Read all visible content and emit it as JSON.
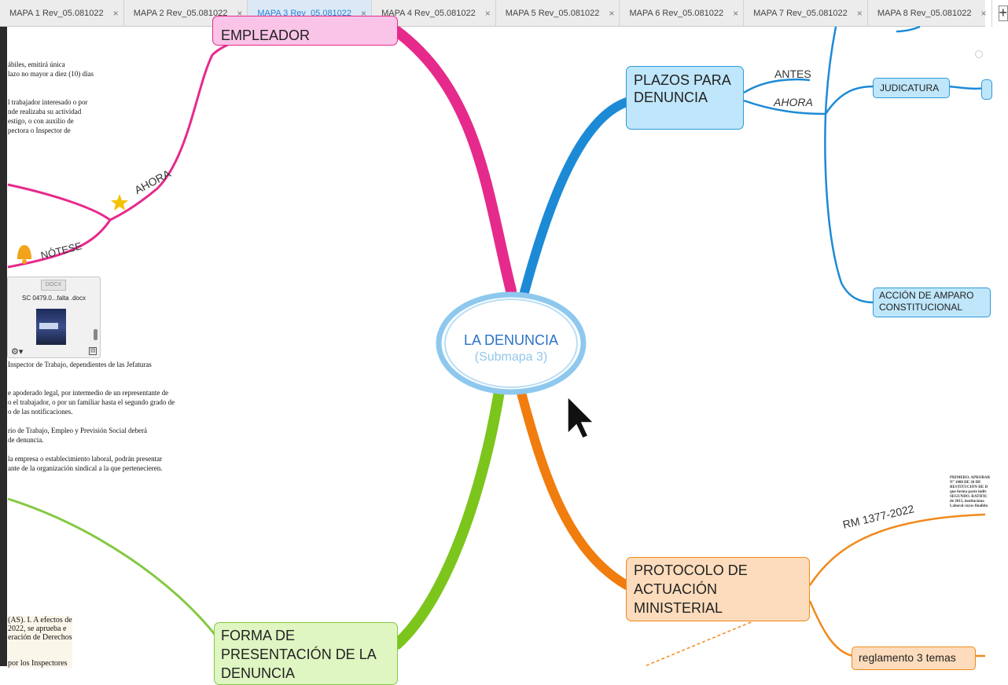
{
  "tabs": [
    {
      "label": "MAPA 1 Rev_05.081022",
      "active": false
    },
    {
      "label": "MAPA 2 Rev_05.081022",
      "active": false
    },
    {
      "label": "MAPA 3 Rev_05.081022",
      "active": true
    },
    {
      "label": "MAPA 4 Rev_05.081022",
      "active": false
    },
    {
      "label": "MAPA 5 Rev_05.081022",
      "active": false
    },
    {
      "label": "MAPA 6 Rev_05.081022",
      "active": false
    },
    {
      "label": "MAPA 7 Rev_05.081022",
      "active": false
    },
    {
      "label": "MAPA 8 Rev_05.081022",
      "active": false
    }
  ],
  "tab_close_glyph": "×",
  "tab_add_glyph": "+",
  "central": {
    "title": "LA DENUNCIA",
    "subtitle": "(Submapa 3)"
  },
  "nodes": {
    "empleador": "EMPLEADOR",
    "plazos_line1": "PLAZOS PARA",
    "plazos_line2": "DENUNCIA",
    "judicatura": "JUDICATURA",
    "amparo_line1": "ACCIÓN DE AMPARO",
    "amparo_line2": "CONSTITUCIONAL",
    "protocolo_line1": "PROTOCOLO DE",
    "protocolo_line2": "ACTUACIÓN",
    "protocolo_line3": "MINISTERIAL",
    "forma_line1": "FORMA DE",
    "forma_line2": "PRESENTACIÓN DE LA",
    "forma_line3": "DENUNCIA",
    "reglamento": "reglamento 3 temas"
  },
  "labels": {
    "antes": "ANTES",
    "ahora_right": "AHORA",
    "ahora_left": "AHORA",
    "notese": "NÓTESE",
    "rm": "RM 1377-2022"
  },
  "file_preview": {
    "type_label": "DOCX",
    "filename": "SC 0479.0...falta .docx"
  },
  "doc_lines_top": [
    "ábiles, emitirá única",
    "lazo no mayor a diez (10) días",
    "",
    "",
    "l trabajador interesado o por",
    "nde realizaba su actividad",
    "estigo, o con auxilio de",
    "pectora o Inspector de"
  ],
  "doc_lines_mid": [
    "Inspector de Trabajo, dependientes de las Jefaturas",
    "",
    "",
    "e apoderado legal, por intermedio de un representante de",
    "o el trabajador, o por un familiar hasta el segundo grado de",
    "o de las notificaciones.",
    "",
    "rio de Trabajo, Empleo y Previsión Social deberá",
    "de denuncia.",
    "",
    "la empresa o establecimiento laboral, podrán presentar",
    "ante de la organización sindical a la que pertenecieren."
  ],
  "doc_lines_bottom": [
    "(AS). I. A efectos de",
    "2022, se aprueba e",
    "eración de Derechos",
    "",
    "",
    "por los Inspectores"
  ],
  "doc_lines_right": [
    "PRIMERO. APROBAR",
    "N° 1008 DE 30 DE",
    "RESTITUCIÓN DE D",
    "que forma parte indiv",
    "SEGUNDO. RATIFIC",
    "de 2015, instituciona",
    "Laboral cuyas finalida"
  ],
  "colors": {
    "pink": "#e62a8c",
    "blue": "#1d8ad6",
    "green": "#7cc51c",
    "orange": "#f07d0e",
    "central_ring": "#8ec8ee",
    "central_text": "#2a72c8"
  }
}
